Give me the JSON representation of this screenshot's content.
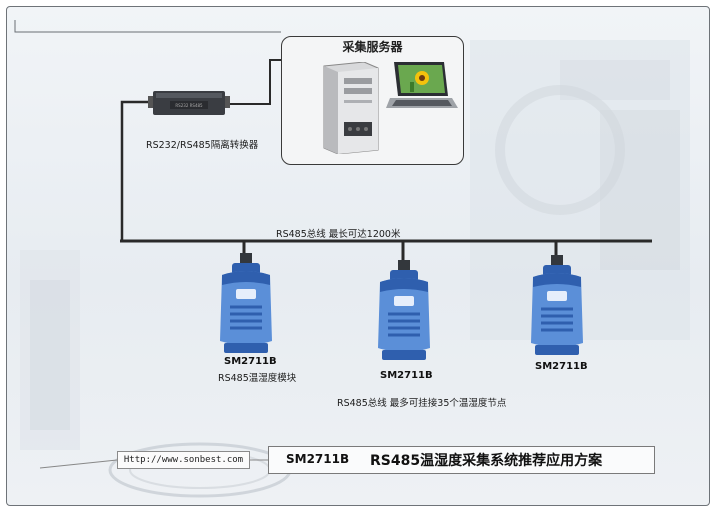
{
  "server": {
    "title": "采集服务器"
  },
  "converter": {
    "label": "RS232/RS485隔离转换器"
  },
  "bus": {
    "label": "RS485总线   最长可达1200米"
  },
  "sensors": [
    {
      "model": "SM2711B",
      "caption": "RS485温湿度模块"
    },
    {
      "model": "SM2711B",
      "caption": ""
    },
    {
      "model": "SM2711B",
      "caption": ""
    }
  ],
  "bus_note": "RS485总线   最多可挂接35个温湿度节点",
  "footer": {
    "url": "Http://www.sonbest.com",
    "model": "SM2711B",
    "title": "RS485温湿度采集系统推荐应用方案"
  },
  "colors": {
    "sensor_body": "#5b8fd8",
    "sensor_dark": "#2f5fae",
    "bus_line": "#2a2a2a"
  }
}
